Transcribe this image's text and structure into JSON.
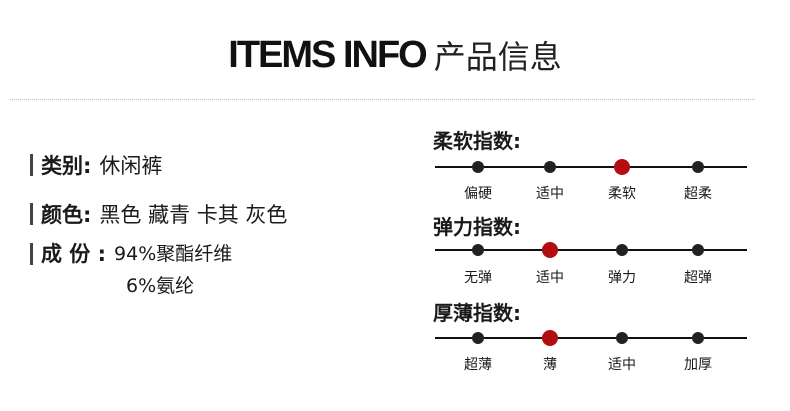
{
  "header": {
    "title_en": "ITEMS INFO",
    "title_cn": "产品信息"
  },
  "info": {
    "category": {
      "label": "类别:",
      "value": "休闲裤"
    },
    "color": {
      "label": "颜色:",
      "value": "黑色 藏青 卡其 灰色"
    },
    "composition": {
      "label": "成 份 :",
      "lines": [
        "94%聚酯纤维",
        "6%氨纶"
      ]
    }
  },
  "scales": [
    {
      "title": "柔软指数:",
      "options": [
        "偏硬",
        "适中",
        "柔软",
        "超柔"
      ],
      "selected_index": 2
    },
    {
      "title": "弹力指数:",
      "options": [
        "无弹",
        "适中",
        "弹力",
        "超弹"
      ],
      "selected_index": 1
    },
    {
      "title": "厚薄指数:",
      "options": [
        "超薄",
        "薄",
        "适中",
        "加厚"
      ],
      "selected_index": 1
    }
  ],
  "colors": {
    "accent": "#b30d12",
    "dot": "#222222"
  }
}
